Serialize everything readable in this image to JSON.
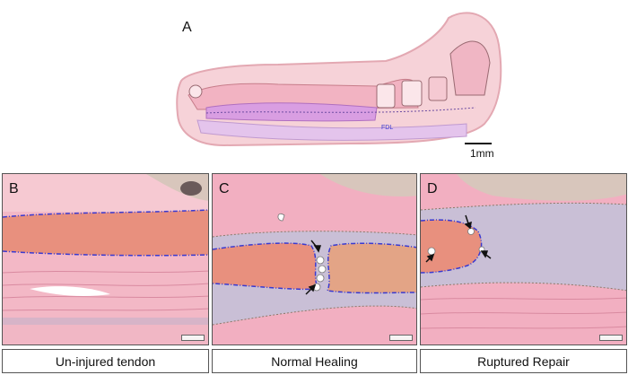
{
  "overview": {
    "letter": "A",
    "structure_label": "FDL",
    "scale_label": "1mm"
  },
  "panels": [
    {
      "letter": "B",
      "caption": "Un-injured tendon"
    },
    {
      "letter": "C",
      "caption": "Normal Healing"
    },
    {
      "letter": "D",
      "caption": "Ruptured Repair"
    }
  ],
  "colors": {
    "muscle_pink": "#ef9bb2",
    "tendon_orange": "#e8907e",
    "healing_lavender": "#c9bfd6",
    "tendon_outline": "#3a3ad0",
    "tissue_outline": "#8a7a6a"
  }
}
